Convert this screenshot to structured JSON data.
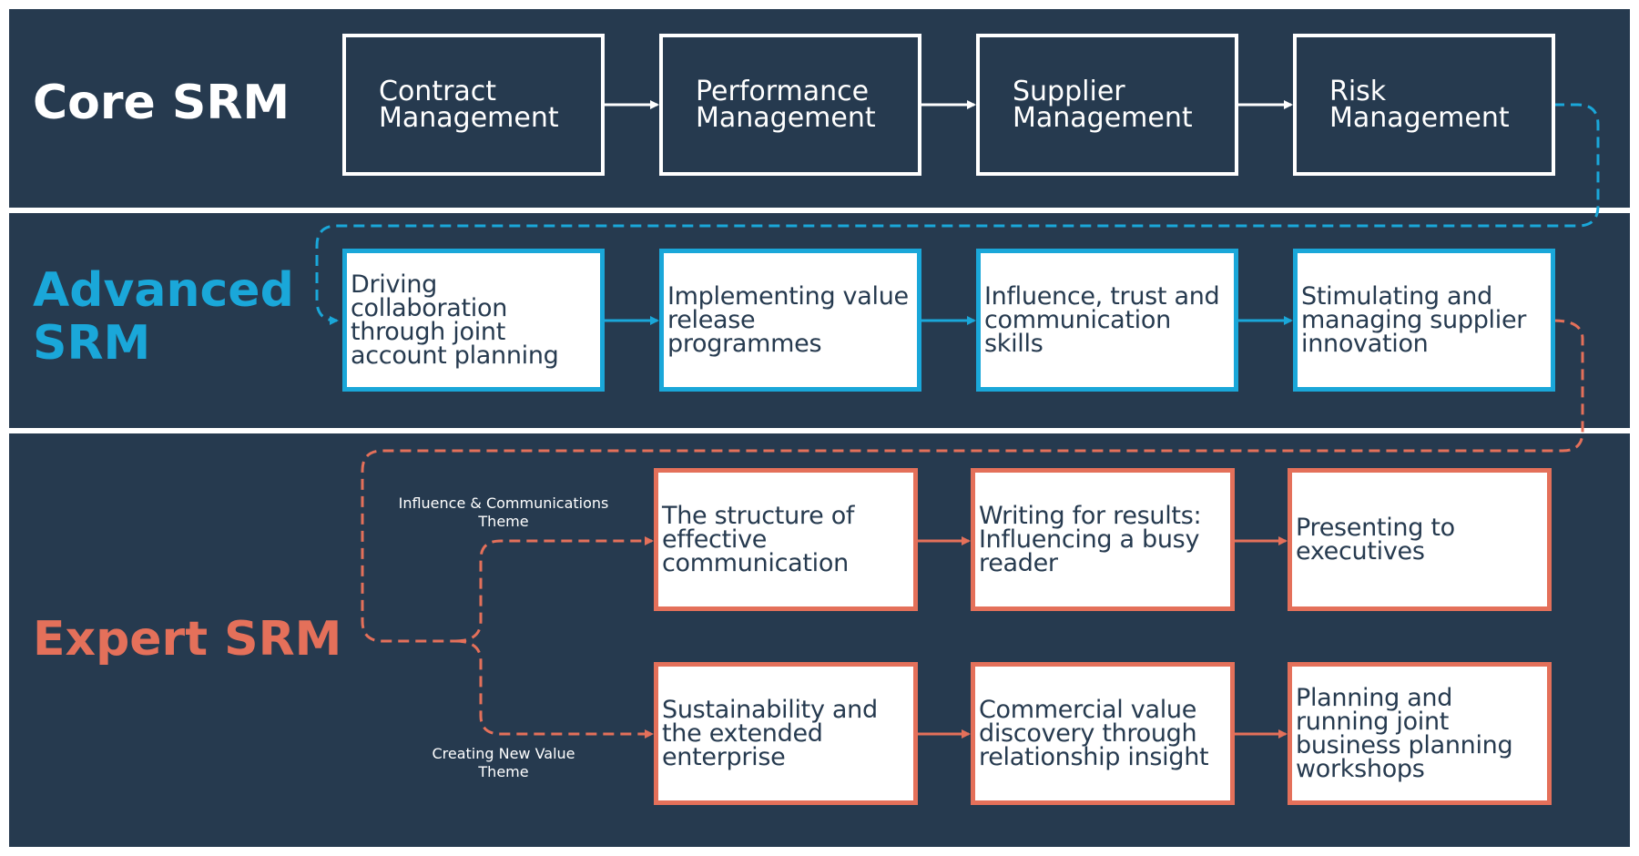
{
  "tiers": {
    "core": {
      "title": "Core SRM",
      "color": "#ffffff",
      "boxes": [
        "Contract Management",
        "Performance Management",
        "Supplier Management",
        "Risk Management"
      ]
    },
    "advanced": {
      "title": "Advanced SRM",
      "color": "#1aa7d9",
      "boxes": [
        "Driving collaboration through joint account planning",
        "Implementing value release programmes",
        "Influence, trust and communication skills",
        "Stimulating and managing supplier innovation"
      ]
    },
    "expert": {
      "title": "Expert SRM",
      "color": "#e4705a",
      "themes": [
        {
          "label": "Influence & Communications Theme",
          "boxes": [
            "The structure of effective communication",
            "Writing for results: Influencing a busy reader",
            "Presenting to executives"
          ]
        },
        {
          "label": "Creating New Value Theme",
          "boxes": [
            "Sustainability and the extended enterprise",
            "Commercial value discovery through relationship insight",
            "Planning and running joint business planning workshops"
          ]
        }
      ]
    }
  },
  "colors": {
    "background": "#263a4f",
    "core_accent": "#ffffff",
    "advanced_accent": "#1aa7d9",
    "expert_accent": "#e4705a"
  }
}
